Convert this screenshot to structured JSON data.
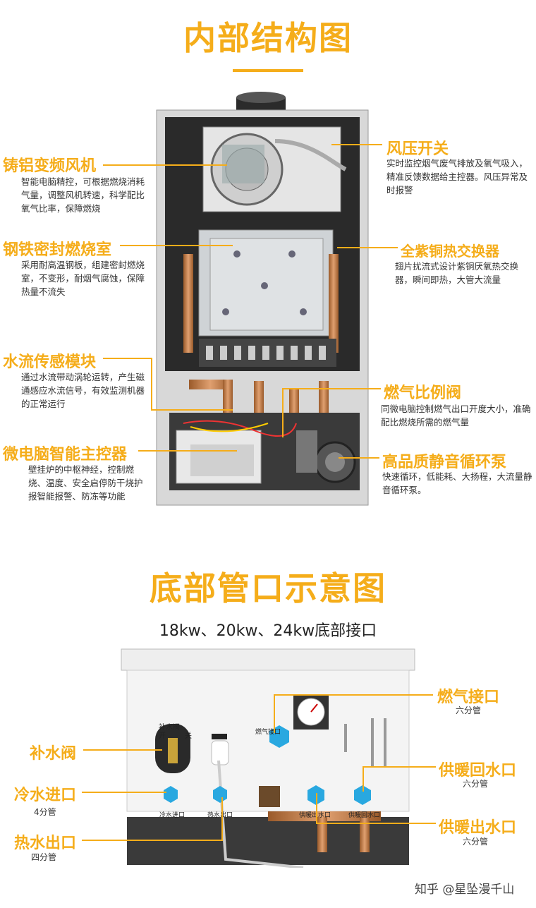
{
  "section1": {
    "title": "内部结构图",
    "left": [
      {
        "heading": "铸铝变频风机",
        "desc": "智能电脑精控，可根据燃烧消耗气量，调整风机转速，科学配比氧气比率，保障燃烧"
      },
      {
        "heading": "钢铁密封燃烧室",
        "desc": "采用耐高温钢板，组建密封燃烧室，不变形，耐烟气腐蚀，保障热量不流失"
      },
      {
        "heading": "水流传感模块",
        "desc": "通过水流带动涡轮运转，产生磁通感应水流信号，有效监测机器的正常运行"
      },
      {
        "heading": "微电脑智能主控器",
        "desc": "壁挂炉的中枢神经，控制燃烧、温度、安全启停防干烧护报智能报警、防冻等功能"
      }
    ],
    "right": [
      {
        "heading": "风压开关",
        "desc": "实时监控烟气废气排放及氧气吸入，精准反馈数据给主控器。风压异常及时报警"
      },
      {
        "heading": "全紫铜热交换器",
        "desc": "翅片扰流式设计紫铜厌氧热交换器，瞬间即热，大管大流量"
      },
      {
        "heading": "燃气比例阀",
        "desc": "同微电脑控制燃气出口开度大小，准确配比燃烧所需的燃气量"
      },
      {
        "heading": "高品质静音循环泵",
        "desc": "快速循环，低能耗、大扬程，大流量静音循环泵。"
      }
    ]
  },
  "section2": {
    "title": "底部管口示意图",
    "subtitle": "18kw、20kw、24kw底部接口",
    "right_labels": [
      {
        "heading": "燃气接口",
        "sub": "六分管"
      },
      {
        "heading": "供暖回水口",
        "sub": "六分管"
      },
      {
        "heading": "供暖出水口",
        "sub": "六分管"
      }
    ],
    "left_labels": [
      {
        "heading": "补水阀",
        "sub": ""
      },
      {
        "heading": "冷水进口",
        "sub": "4分管"
      },
      {
        "heading": "热水出口",
        "sub": "四分管"
      }
    ],
    "on_device": {
      "valve_label": "补水阀",
      "valve_open": "开",
      "valve_close": "关",
      "gas_label": "燃气接口",
      "cold_in": "冷水进口",
      "hot_out": "热水出口",
      "heat_out": "供暖出水口",
      "heat_return": "供暖回水口"
    }
  },
  "watermark": "知乎 @星坠漫千山",
  "colors": {
    "accent": "#f5ad1a",
    "pipe_blue": "#29a8e0"
  }
}
